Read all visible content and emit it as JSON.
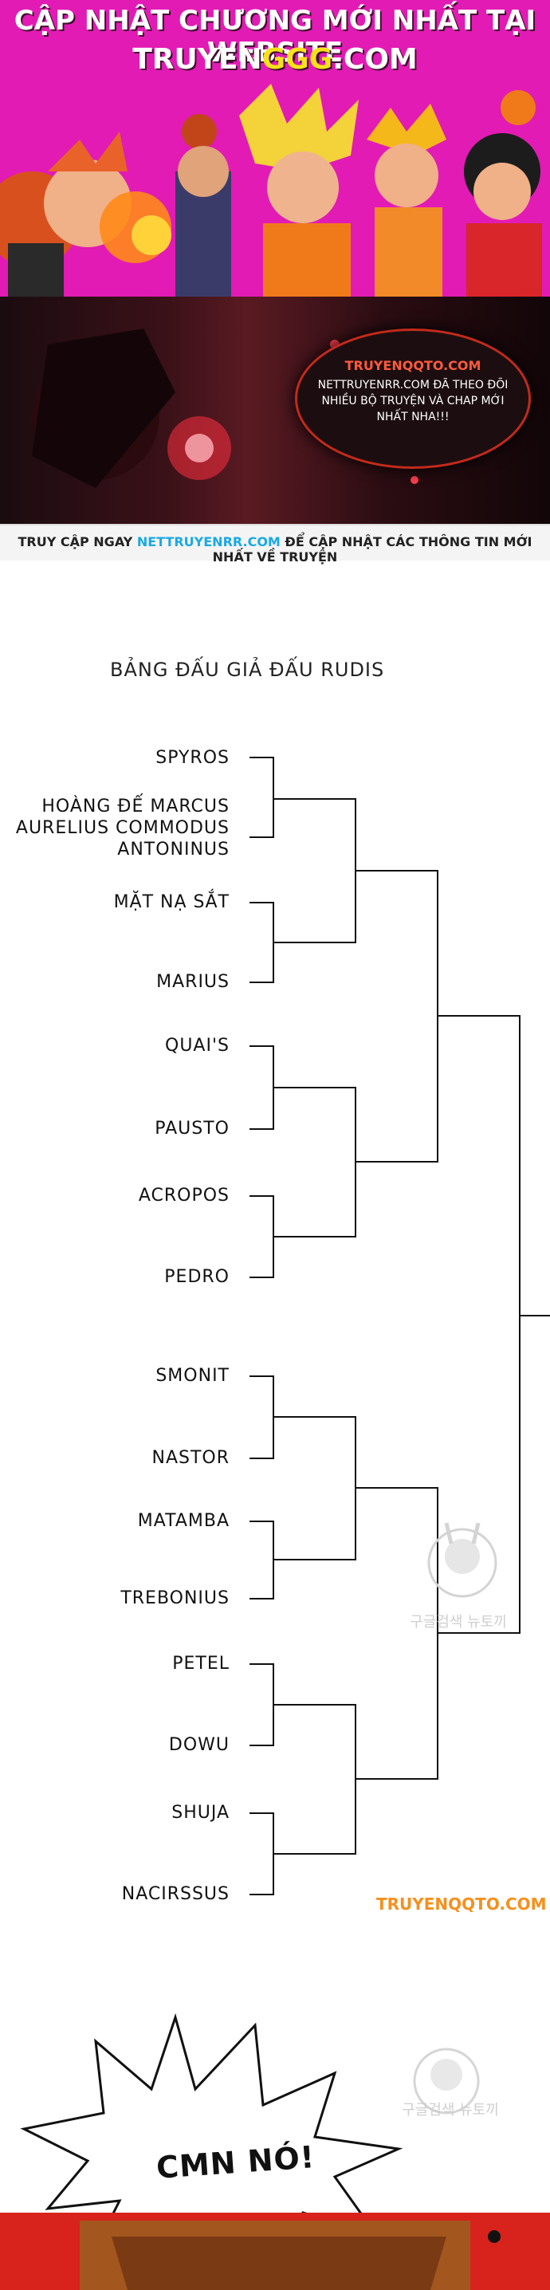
{
  "banner": {
    "title_line1": "CẬP NHẬT CHƯƠNG MỚI NHẤT TẠI WEBSITE",
    "title_line2_a": "TRUYEN",
    "title_line2_b": "GGG",
    "title_line2_c": ".COM"
  },
  "dark_banner": {
    "bubble_head": "TRUYENQQTO.COM",
    "bubble_body": "NETTRUYENRR.COM ĐÃ THEO ĐÕI NHIỀU BỘ TRUYỆN VÀ CHAP MỚI NHẤT NHA!!!",
    "strip_a": "TRUY CẬP NGAY ",
    "strip_b": "NETTRUYENRR.COM",
    "strip_c": " ĐỂ CẬP NHẬT CÁC THÔNG TIN MỚI NHẤT VỀ TRUYỆN"
  },
  "bracket": {
    "title": "BẢNG ĐẤU GIẢ ĐẤU RUDIS",
    "players": [
      "SPYROS",
      "HOÀNG ĐẾ MARCUS AURELIUS COMMODUS ANTONINUS",
      "MẶT NẠ SẮT",
      "MARIUS",
      "QUAI'S",
      "PAUSTO",
      "ACROPOS",
      "PEDRO",
      "SMONIT",
      "NASTOR",
      "MATAMBA",
      "TREBONIUS",
      "PETEL",
      "DOWU",
      "SHUJA",
      "NACIRSSUS"
    ]
  },
  "watermarks": {
    "site": "TRUYENQQTO.COM",
    "korean_1": "구글검색 뉴토끼",
    "korean_2": "구글검색 뉴토끼"
  },
  "bottom": {
    "exclamation": "CMN NÓ!"
  },
  "colors": {
    "banner_bg": "#e21bb4",
    "highlight_yellow": "#f7e21a",
    "link_blue": "#1aa9e4",
    "site_orange": "#f5901e",
    "bottom_red": "#d7231b"
  }
}
